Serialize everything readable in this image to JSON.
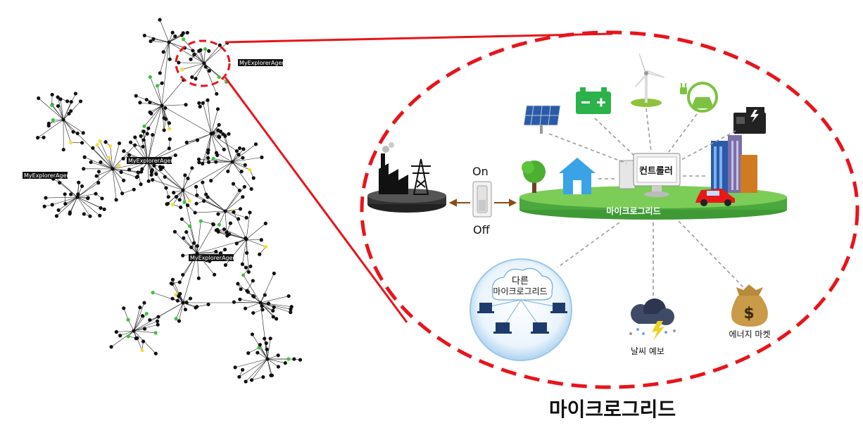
{
  "title": "마이크로그리드",
  "switch": {
    "on": "On",
    "off": "Off"
  },
  "controller_label": "컨트롤러",
  "base_label": "마이크로그리드",
  "other_grid": {
    "line1": "다른",
    "line2": "마이크로그리드"
  },
  "weather_label": "날씨 예보",
  "market_label": "에너지 마켓",
  "network": {
    "agent_labels": [
      "MyExplorerAgent",
      "MyExplorerAgent",
      "MyExplorerAgent",
      "MyExplorerAgent"
    ]
  },
  "colors": {
    "accent_red": "#e8141b",
    "grass_green": "#5cb84a",
    "house_blue": "#3aa3e6",
    "battery_green": "#2bb34a",
    "node_black": "#111111",
    "node_green": "#3ec43e",
    "node_yellow": "#f0e040"
  }
}
